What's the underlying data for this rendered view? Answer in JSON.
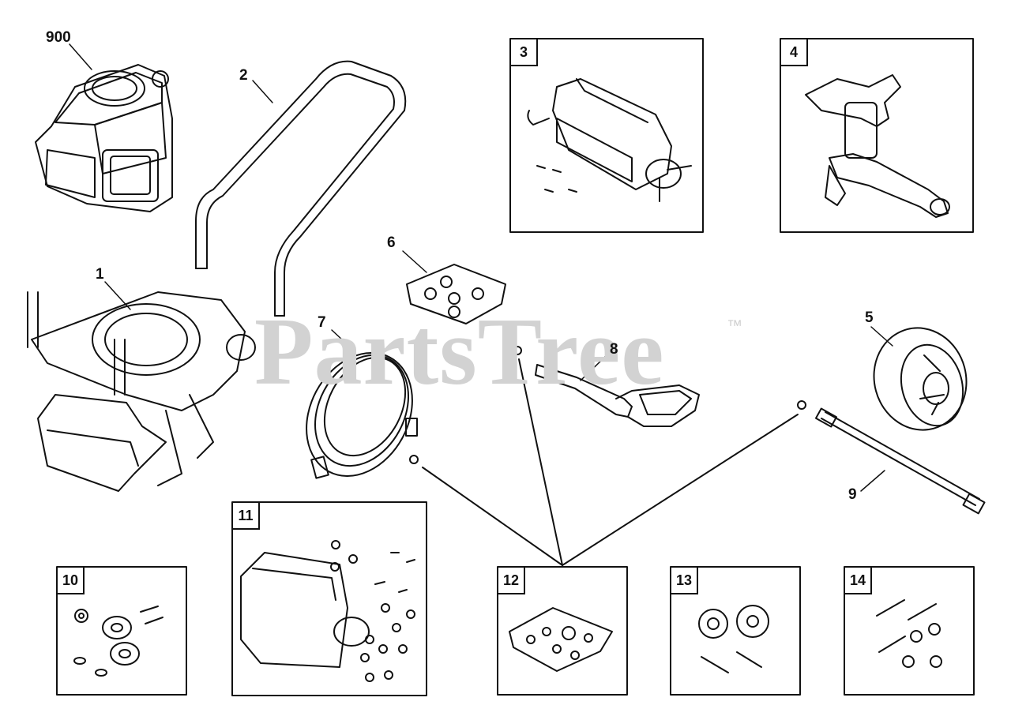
{
  "watermark": {
    "text": "PartsTree",
    "tm": "™"
  },
  "callouts": {
    "engine": "900",
    "frame": "1",
    "handle": "2",
    "control_panel": "3",
    "pump": "4",
    "wheel": "5",
    "nozzles": "6",
    "hose": "7",
    "spray_gun": "8",
    "wand": "9",
    "wheel_kit": "10",
    "panel_kit": "11",
    "o_ring_kit": "12",
    "knob_kit": "13",
    "bolt_kit": "14"
  },
  "colors": {
    "line": "#111111",
    "watermark": "#d2d2d2",
    "background": "#ffffff"
  }
}
